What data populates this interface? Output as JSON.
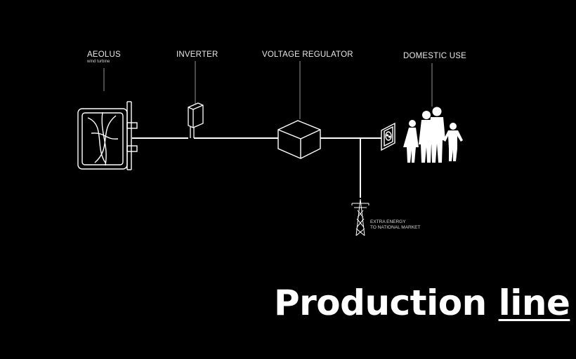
{
  "nodes": {
    "turbine": {
      "label": "AEOLUS",
      "sublabel": "wind turbine"
    },
    "inverter": {
      "label": "INVERTER"
    },
    "regulator": {
      "label": "VOLTAGE REGULATOR"
    },
    "domestic": {
      "label": "DOMESTIC USE"
    },
    "grid": {
      "note_line1": "EXTRA ENERGY",
      "note_line2": "TO NATIONAL MARKET"
    }
  },
  "title": {
    "main": "Production",
    "underlined": "line"
  },
  "colors": {
    "background": "#000000",
    "line": "#ffffff"
  }
}
